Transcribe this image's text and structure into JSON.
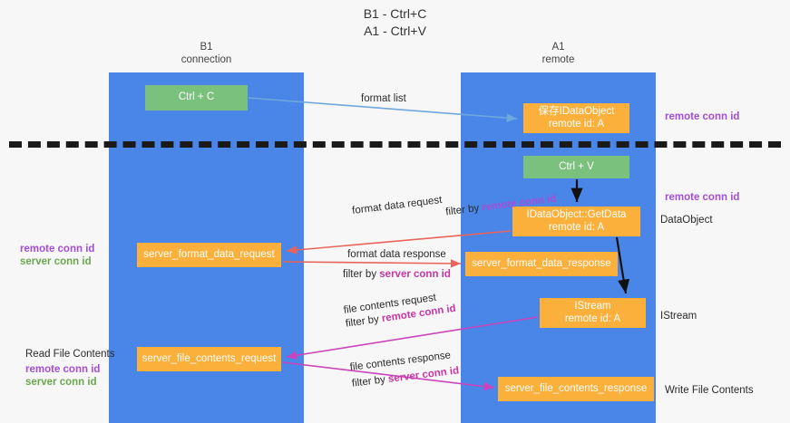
{
  "title": {
    "line1": "B1 - Ctrl+C",
    "line2": "A1 - Ctrl+V"
  },
  "lanes": [
    {
      "id": "b1",
      "name": "B1",
      "role": "connection"
    },
    {
      "id": "a1",
      "name": "A1",
      "role": "remote"
    }
  ],
  "nodes": {
    "ctrl_c": {
      "line1": "Ctrl + C",
      "line2": "",
      "color": "#7bc17e"
    },
    "ido_remote": {
      "line1": "保存IDataObject",
      "line2": "remote id: A",
      "color": "#fbb03b"
    },
    "ctrl_v": {
      "line1": "Ctrl + V",
      "line2": "",
      "color": "#7bc17e"
    },
    "get_data": {
      "line1": "IDataObject::GetData",
      "line2": "remote id: A",
      "color": "#fbb03b"
    },
    "sf_request": {
      "line1": "server_format_data_request",
      "line2": "",
      "color": "#fbb03b"
    },
    "sf_response": {
      "line1": "server_format_data_response",
      "line2": "",
      "color": "#fbb03b"
    },
    "istream": {
      "line1": "IStream",
      "line2": "remote id: A",
      "color": "#fbb03b"
    },
    "sfc_request": {
      "line1": "server_file_contents_request",
      "line2": "",
      "color": "#fbb03b"
    },
    "sfc_response": {
      "line1": "server_file_contents_response",
      "line2": "",
      "color": "#fbb03b"
    }
  },
  "edge_labels": {
    "format_list": "format list",
    "format_data_request": "format data request",
    "format_data_response": "format data response",
    "file_contents_request": "file contents request",
    "file_contents_response": "file contents response",
    "filter_by": "filter by",
    "remote_conn_id": "remote conn id",
    "server_conn_id": "server conn id"
  },
  "side_labels": {
    "remote_conn_id_top": "remote conn id",
    "remote_conn_id_mid": "remote conn id",
    "data_object": "DataObject",
    "istream": "IStream",
    "write_file_contents": "Write File Contents",
    "read_file_contents": "Read File Contents",
    "remote_conn_id_left_a": "remote conn id",
    "server_conn_id_left_a": "server conn id",
    "remote_conn_id_left_b": "remote conn id",
    "server_conn_id_left_b": "server conn id"
  },
  "colors": {
    "lane": "#4a86e8",
    "green_node": "#7bc17e",
    "orange_node": "#fbb03b",
    "purple_text": "#a64dd4",
    "green_text": "#6aa84f",
    "magenta_text": "#c936a8",
    "blue_arrow": "#6fa8dc",
    "red_arrow": "#e8645a",
    "magenta_arrow": "#cc44bb",
    "black_arrow": "#111111",
    "divider": "#1a1a1a",
    "background": "#f7f7f7"
  }
}
